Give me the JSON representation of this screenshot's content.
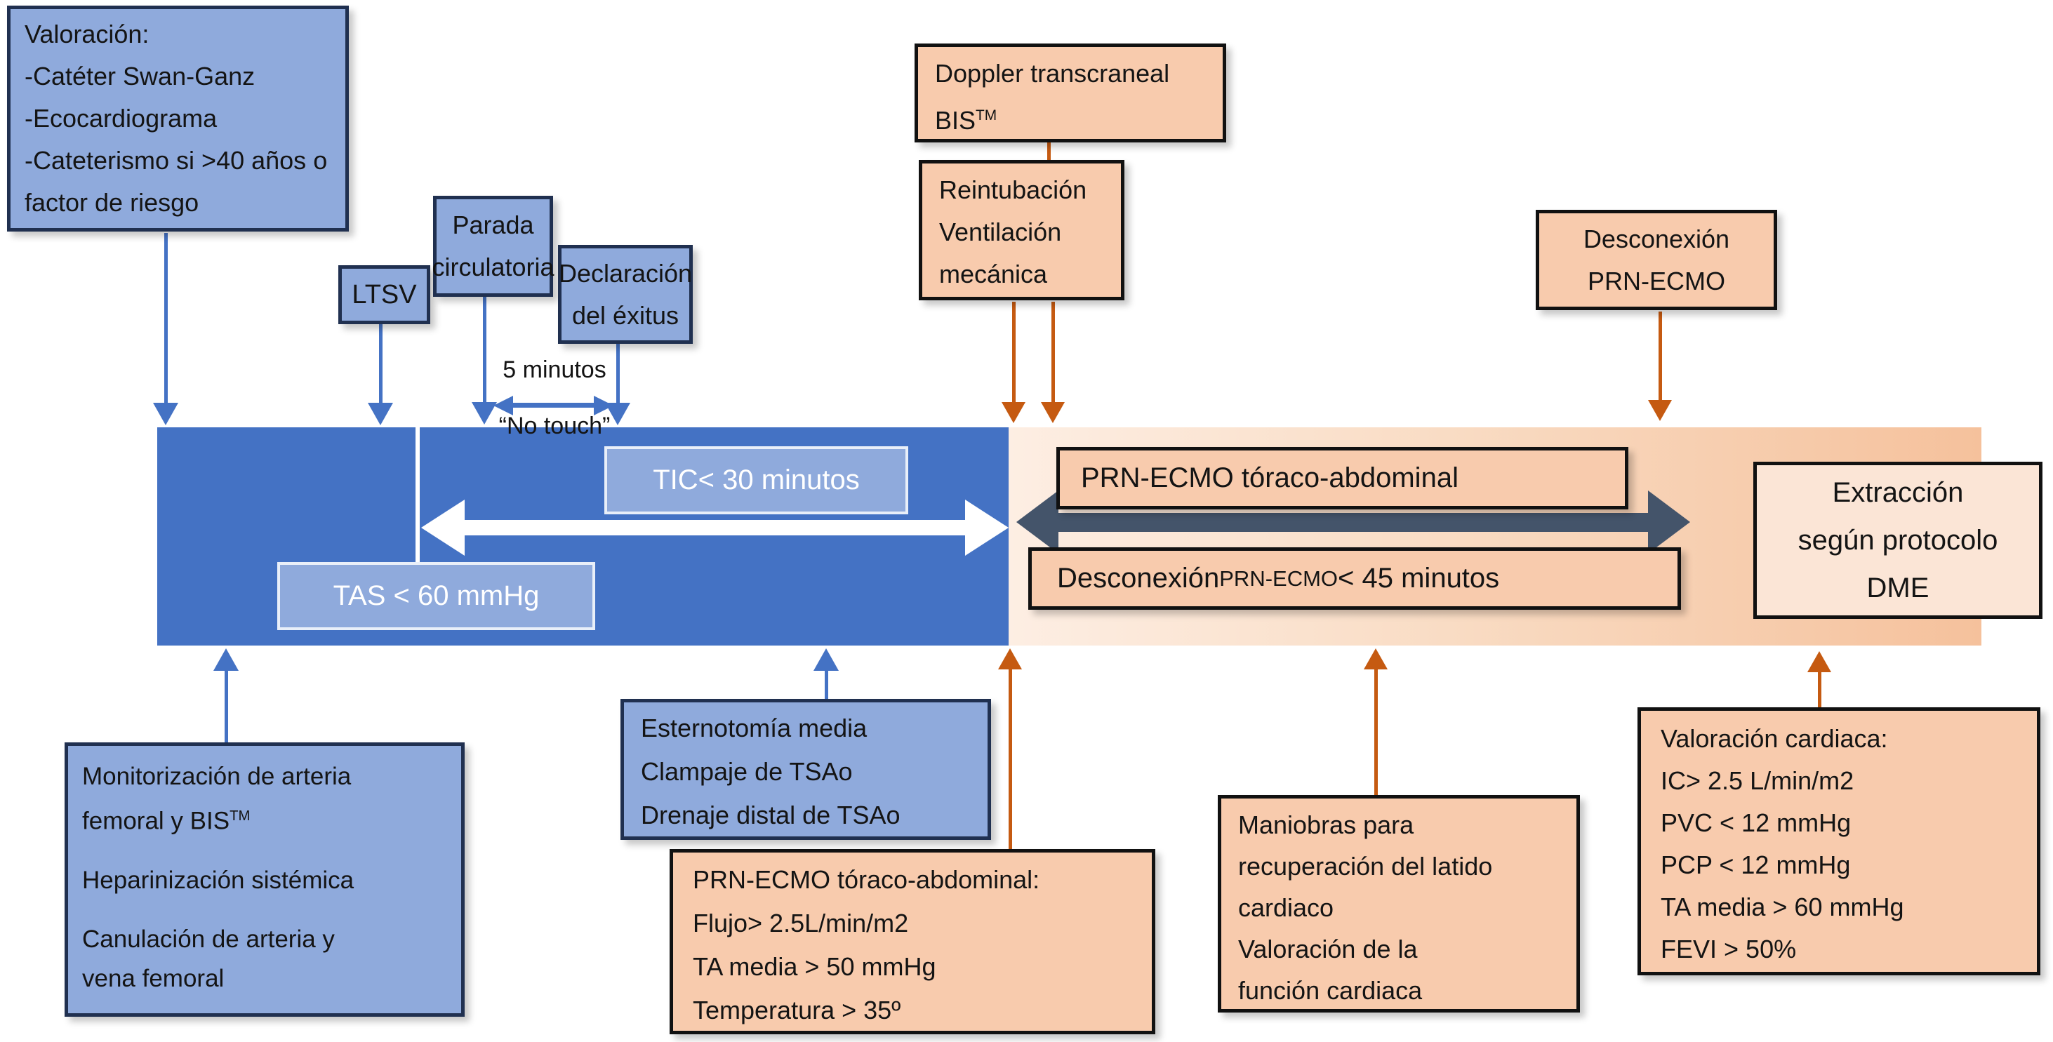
{
  "colors": {
    "blue_box_fill": "#8FAADC",
    "blue_bar": "#4472C4",
    "salmon_box_fill": "#F8CBAD",
    "light_peach_fill": "#FBE5D6",
    "peach_bar_start": "#FDEEE3",
    "peach_bar_end": "#F5C19C",
    "orange_arrow": "#C55A11",
    "blue_arrow": "#4472C4",
    "dark_arrow": "#44546A",
    "white": "#FFFFFF"
  },
  "boxes": {
    "valoracion": {
      "lines": [
        "Valoración:",
        "-Catéter Swan-Ganz",
        "-Ecocardiograma",
        "-Cateterismo si >40 años o",
        "factor de riesgo"
      ]
    },
    "ltsv": {
      "label": "LTSV"
    },
    "parada": {
      "lines": [
        "Parada",
        "circulatoria"
      ]
    },
    "declaracion": {
      "lines": [
        "Declaración",
        "del éxitus"
      ]
    },
    "doppler": {
      "line1": "Doppler transcraneal",
      "line2_base": "BIS",
      "line2_sup": "TM"
    },
    "reintubacion": {
      "lines": [
        "Reintubación",
        "Ventilación",
        "mecánica"
      ]
    },
    "desconexion_top": {
      "lines": [
        "Desconexión",
        "PRN-ECMO"
      ]
    },
    "no_touch": {
      "line1": "5 minutos",
      "line2": "“No touch”"
    },
    "tic": {
      "label": "TIC< 30 minutos"
    },
    "tas": {
      "label": "TAS < 60 mmHg"
    },
    "prn_bar": {
      "label": "PRN-ECMO tóraco-abdominal"
    },
    "desconexion45": {
      "part1": "Desconexión",
      "part2": " PRN-ECMO ",
      "part3": "< 45 minutos"
    },
    "extraccion": {
      "lines": [
        "Extracción",
        "según protocolo",
        "DME"
      ]
    },
    "monitorizacion": {
      "p1l1": "Monitorización de arteria",
      "p1l2_base": "femoral y BIS",
      "p1l2_sup": "TM",
      "p2": "Heparinización sistémica",
      "p3l1": "Canulación de arteria y",
      "p3l2": "vena femoral"
    },
    "esternotomia": {
      "lines": [
        "Esternotomía media",
        "Clampaje de TSAo",
        "Drenaje distal de TSAo"
      ]
    },
    "prn_detail": {
      "lines": [
        "PRN-ECMO tóraco-abdominal:",
        "Flujo> 2.5L/min/m2",
        "TA media > 50 mmHg",
        "Temperatura > 35º"
      ]
    },
    "maniobras": {
      "lines": [
        "Maniobras para",
        "recuperación del latido",
        "cardiaco",
        "Valoración de la",
        "función cardiaca"
      ]
    },
    "val_cardiaca": {
      "lines": [
        "Valoración cardiaca:",
        "IC> 2.5 L/min/m2",
        "PVC < 12 mmHg",
        "PCP < 12 mmHg",
        "TA media > 60 mmHg",
        "FEVI > 50%"
      ]
    }
  }
}
